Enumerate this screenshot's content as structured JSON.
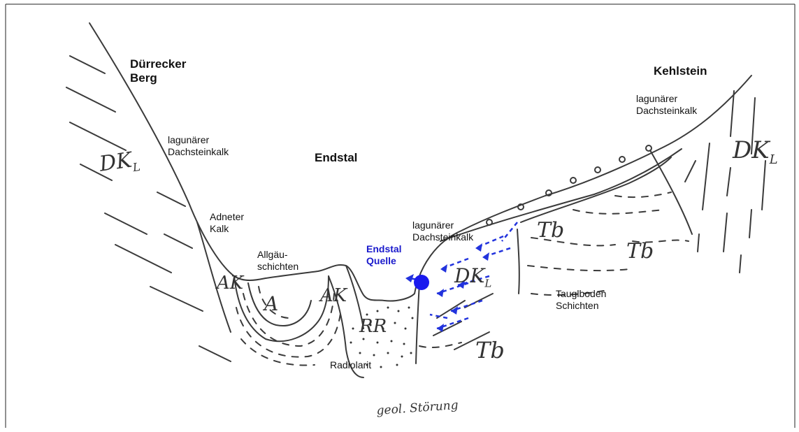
{
  "labels": {
    "duerrecker_berg_line1": "Dürrecker",
    "duerrecker_berg_line2": "Berg",
    "kehlstein": "Kehlstein",
    "endstal": "Endstal",
    "lagunaer_left_line1": "lagunärer",
    "lagunaer_left_line2": "Dachsteinkalk",
    "lagunaer_right_line1": "lagunärer",
    "lagunaer_right_line2": "Dachsteinkalk",
    "lagunaer_center_line1": "lagunärer",
    "lagunaer_center_line2": "Dachsteinkalk",
    "adneter_line1": "Adneter",
    "adneter_line2": "Kalk",
    "allgaeu_line1": "Allgäu-",
    "allgaeu_line2": "schichten",
    "tauglboden_line1": "Tauglboden",
    "tauglboden_line2": "Schichten",
    "radiolarit": "Radiolarit",
    "quelle_line1": "Endstal",
    "quelle_line2": "Quelle"
  },
  "handwritten": {
    "dkl_left": "DK",
    "dkl_left_sub": "L",
    "dkl_right": "DK",
    "dkl_right_sub": "L",
    "dkl_center": "DK",
    "dkl_center_sub": "L",
    "ak_left": "AK",
    "ak_right": "AK",
    "a_center": "A",
    "rr": "RR",
    "tb_1": "Tb",
    "tb_2": "Tb",
    "tb_3": "Tb",
    "stoerung": "geol. Störung"
  },
  "colors": {
    "line": "#3a3a3a",
    "spring": "#1a1aee",
    "flow_arrows": "#2233dd",
    "label": "#111111"
  }
}
